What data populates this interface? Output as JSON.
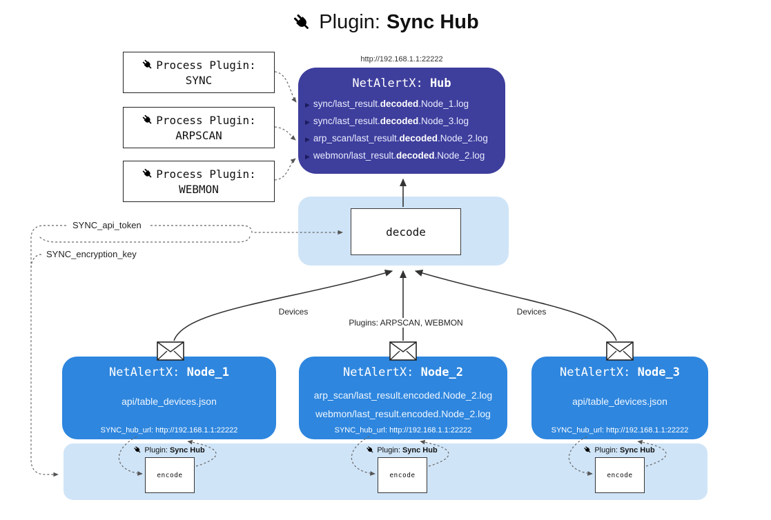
{
  "title": {
    "prefix": "Plugin: ",
    "bold": "Sync Hub"
  },
  "icons": {
    "entry_arrow": "▶"
  },
  "process_plugins": [
    {
      "label": "Process Plugin:",
      "name": "SYNC"
    },
    {
      "label": "Process Plugin:",
      "name": "ARPSCAN"
    },
    {
      "label": "Process Plugin:",
      "name": "WEBMON"
    }
  ],
  "hub": {
    "url": "http://192.168.1.1:22222",
    "name_prefix": "NetAlertX: ",
    "name_bold": "Hub",
    "entries": [
      {
        "prefix": "sync/last_result.",
        "bold": "decoded",
        "suffix": ".Node_1.log"
      },
      {
        "prefix": "sync/last_result.",
        "bold": "decoded",
        "suffix": ".Node_3.log"
      },
      {
        "prefix": "arp_scan/last_result.",
        "bold": "decoded",
        "suffix": ".Node_2.log"
      },
      {
        "prefix": "webmon/last_result.",
        "bold": "decoded",
        "suffix": ".Node_2.log"
      }
    ]
  },
  "decode": {
    "label": "decode"
  },
  "tokens": {
    "api_token": "SYNC_api_token",
    "encryption_key": "SYNC_encryption_key"
  },
  "edges": {
    "devices_left": "Devices",
    "plugins_center": "Plugins: ARPSCAN, WEBMON",
    "devices_right": "Devices"
  },
  "nodes": [
    {
      "name_prefix": "NetAlertX: ",
      "name_bold": "Node_1",
      "lines": [
        "api/table_devices.json"
      ],
      "hub_url": "SYNC_hub_url: http://192.168.1.1:22222"
    },
    {
      "name_prefix": "NetAlertX: ",
      "name_bold": "Node_2",
      "lines": [
        "arp_scan/last_result.encoded.Node_2.log",
        "webmon/last_result.encoded.Node_2.log"
      ],
      "hub_url": "SYNC_hub_url: http://192.168.1.1:22222"
    },
    {
      "name_prefix": "NetAlertX: ",
      "name_bold": "Node_3",
      "lines": [
        "api/table_devices.json"
      ],
      "hub_url": "SYNC_hub_url: http://192.168.1.1:22222"
    }
  ],
  "encoder": {
    "label_prefix": "Plugin: ",
    "label_bold": "Sync Hub",
    "box_label": "encode"
  },
  "colors": {
    "hub_bg": "#3e3e9d",
    "node_bg": "#2e86de",
    "panel_bg": "#cfe4f7"
  }
}
